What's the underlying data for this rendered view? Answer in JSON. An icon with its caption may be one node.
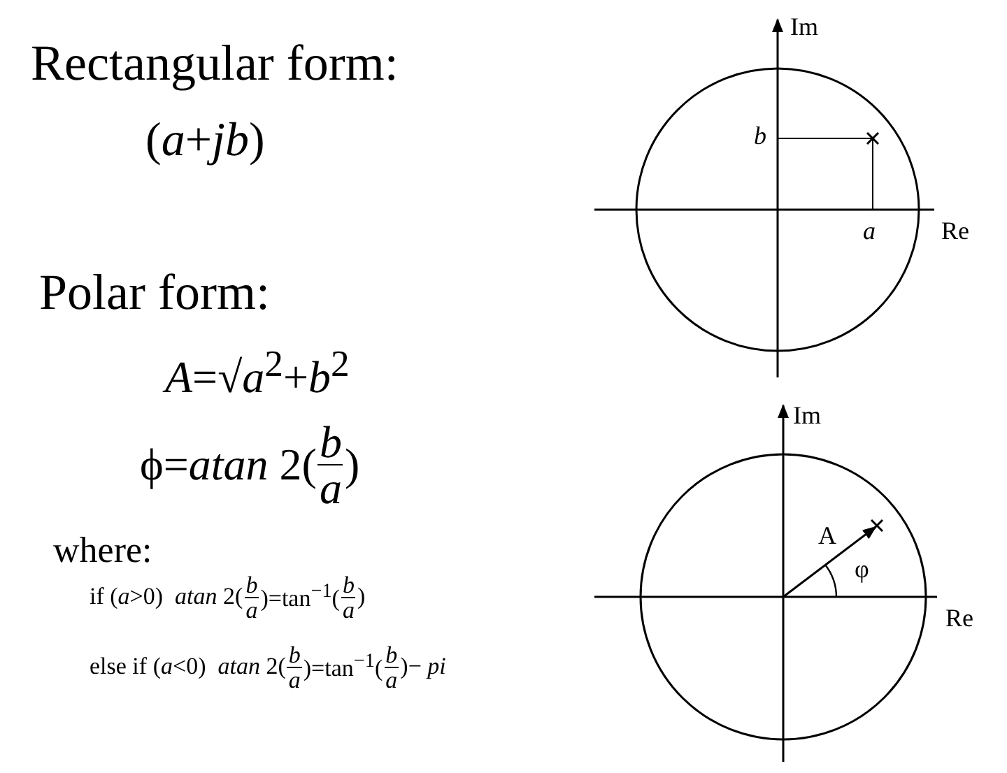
{
  "diagram": {
    "labels": [
      "Rectangular form:",
      "(*a*+*jb*)",
      "Polar form:",
      "*A*=√*a*$^{2}$+*b*$^{2}$",
      "ϕ=*atan* 2(",
      "*b*",
      "*a*",
      ")",
      "where:",
      "if (*a*>0)  *atan* 2(",
      "*b*",
      "*a*",
      ")=tan$^{−1}$(",
      "*b*",
      "*a*",
      ")",
      "else if (*a*<0)  *atan* 2(",
      "*b*",
      "*a*",
      ")=tan$^{−1}$(",
      "*b*",
      "*a*",
      ")− *pi*",
      "Im",
      "*b*",
      "*a*",
      "Re",
      "Im",
      "A",
      "φ",
      "Re"
    ]
  }
}
